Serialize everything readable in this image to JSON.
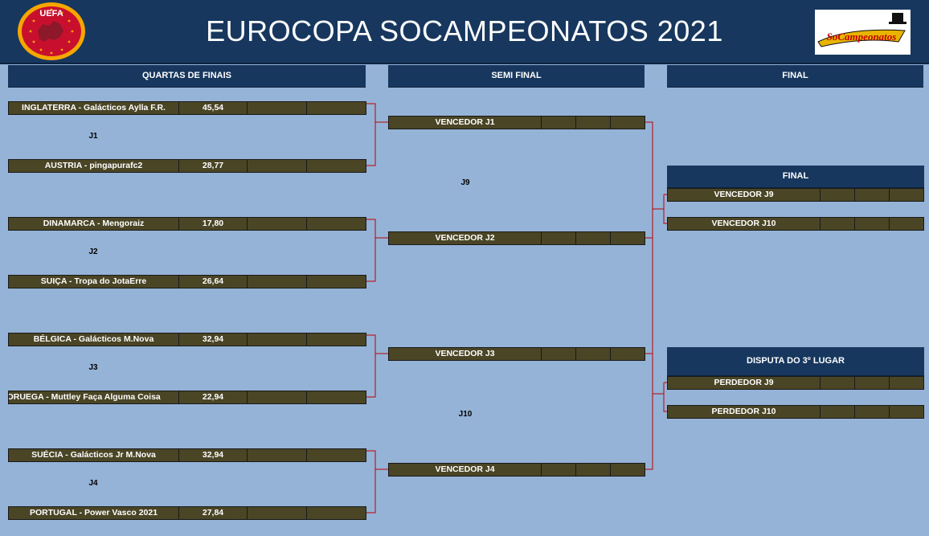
{
  "header": {
    "title": "EUROCOPA SOCAMPEONATOS 2021"
  },
  "logos": {
    "uefa_text": "UEFA",
    "sc_text": "SoCampeonatos"
  },
  "columns": {
    "quarters": "QUARTAS DE FINAIS",
    "semis": "SEMI FINAL",
    "final": "FINAL"
  },
  "quarters": [
    {
      "game": "J1",
      "teams": [
        {
          "name": "INGLATERRA - Galácticos Aylla F.R.",
          "score": "45,54"
        },
        {
          "name": "AUSTRIA - pingapurafc2",
          "score": "28,77"
        }
      ]
    },
    {
      "game": "J2",
      "teams": [
        {
          "name": "DINAMARCA - Mengoraiz",
          "score": "17,80"
        },
        {
          "name": "SUIÇA - Tropa do JotaErre",
          "score": "26,64"
        }
      ]
    },
    {
      "game": "J3",
      "teams": [
        {
          "name": "BÉLGICA - Galácticos M.Nova",
          "score": "32,94"
        },
        {
          "name": "NORUEGA  - Muttley Faça Alguma Coisa",
          "score": "22,94"
        }
      ]
    },
    {
      "game": "J4",
      "teams": [
        {
          "name": "SUÉCIA - Galácticos Jr M.Nova",
          "score": "32,94"
        },
        {
          "name": "PORTUGAL - Power Vasco 2021",
          "score": "27,84"
        }
      ]
    }
  ],
  "semis": {
    "slots": [
      "VENCEDOR J1",
      "VENCEDOR J2",
      "VENCEDOR J3",
      "VENCEDOR J4"
    ],
    "games": [
      "J9",
      "J10"
    ]
  },
  "final_block": {
    "title": "FINAL",
    "slots": [
      "VENCEDOR J9",
      "VENCEDOR J10"
    ]
  },
  "third_place": {
    "title": "DISPUTA DO 3º LUGAR",
    "slots": [
      "PERDEDOR J9",
      "PERDEDOR J10"
    ]
  },
  "colors": {
    "background": "#95b3d7",
    "header_navy": "#17375e",
    "row_fill": "#4a4525",
    "connector": "#c00000"
  }
}
